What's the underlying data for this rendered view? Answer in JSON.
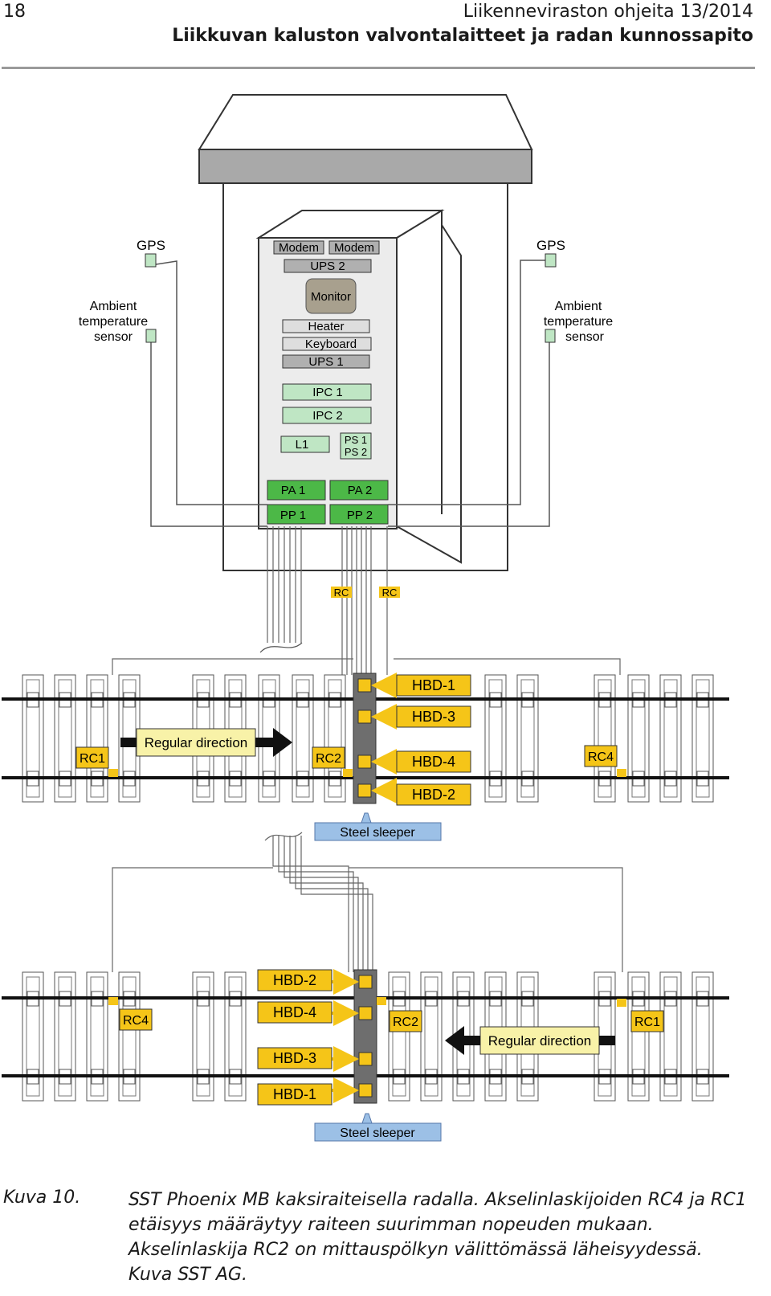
{
  "header": {
    "page_number": "18",
    "publication": "Liikenneviraston ohjeita 13/2014",
    "chapter": "Liikkuvan kaluston valvontalaitteet ja radan kunnossapito"
  },
  "diagram": {
    "cabinet": {
      "modem_1": "Modem",
      "modem_2": "Modem",
      "ups2": "UPS 2",
      "monitor": "Monitor",
      "heater": "Heater",
      "keyboard": "Keyboard",
      "ups1": "UPS 1",
      "ipc1": "IPC 1",
      "ipc2": "IPC 2",
      "l1": "L1",
      "ps1": "PS 1",
      "ps2": "PS 2",
      "pa1": "PA 1",
      "pa2": "PA 2",
      "pp1": "PP 1",
      "pp2": "PP 2"
    },
    "gps_left": "GPS",
    "gps_right": "GPS",
    "ambient_left": [
      "Ambient",
      "temperature",
      "sensor"
    ],
    "ambient_right": [
      "Ambient",
      "temperature",
      "sensor"
    ],
    "rc_label_1": "RC",
    "rc_label_2": "RC",
    "top_track": {
      "rc_left": "RC1",
      "rc_mid": "RC2",
      "rc_right": "RC4",
      "direction": "Regular direction",
      "hbd": [
        "HBD-1",
        "HBD-3",
        "HBD-4",
        "HBD-2"
      ],
      "sleeper": "Steel sleeper"
    },
    "bottom_track": {
      "rc_left": "RC4",
      "rc_mid": "RC2",
      "rc_right": "RC1",
      "direction": "Regular direction",
      "hbd": [
        "HBD-2",
        "HBD-4",
        "HBD-3",
        "HBD-1"
      ],
      "sleeper": "Steel sleeper"
    },
    "colors": {
      "yellow": "#f5c518",
      "light_yellow": "#f8f2a8",
      "green": "#4cb847",
      "light_green": "#bfe6c4",
      "sleeper_blue": "#9cc0e6",
      "gray_unit": "#a8a8a8"
    }
  },
  "caption": {
    "label": "Kuva 10.",
    "text": "SST Phoenix MB kaksiraiteisella radalla. Akselinlaskijoiden RC4 ja RC1 etäisyys määräytyy raiteen suurimman nopeuden mukaan. Akselinlaskija RC2 on mittauspölkyn välittömässä läheisyydessä. Kuva SST AG."
  }
}
